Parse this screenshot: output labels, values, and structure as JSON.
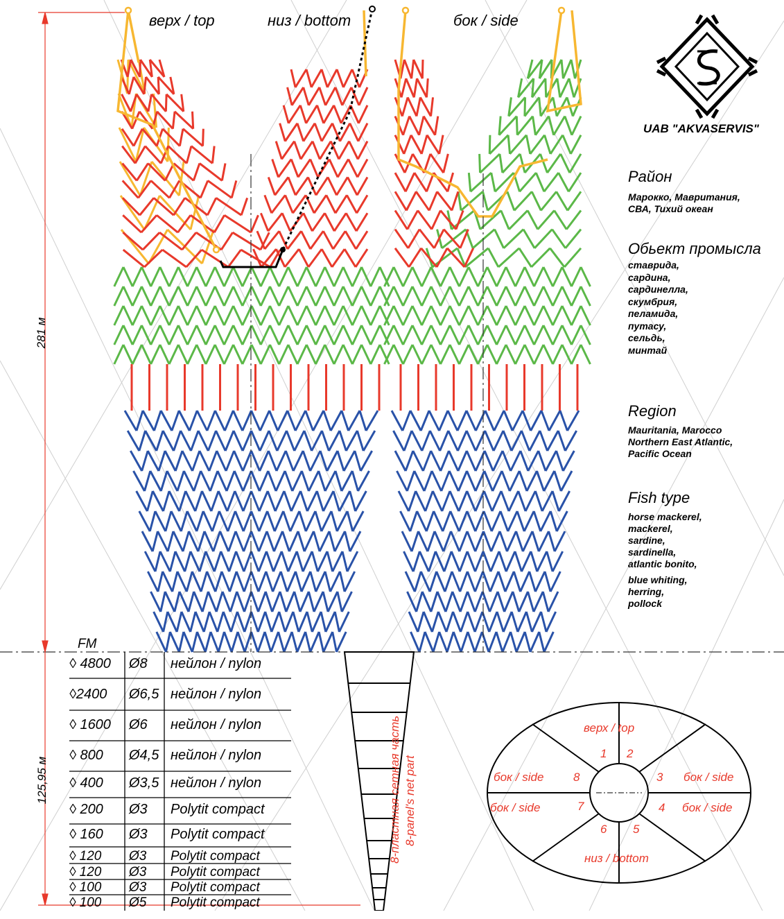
{
  "panels": {
    "top": "верх / top",
    "bottom": "низ / bottom",
    "side": "бок / side"
  },
  "company": "UAB \"AKVASERVIS\"",
  "info": {
    "region_ru_title": "Район",
    "region_ru": [
      "Марокко, Мавритания,",
      "СВА, Тихий океан"
    ],
    "fish_ru_title": "Обьект промысла",
    "fish_ru": [
      "ставрида,",
      "сардина,",
      "сардинелла,",
      "скумбрия,",
      "пеламида,",
      "путасу,",
      "сельдь,",
      "минтай"
    ],
    "region_en_title": "Region",
    "region_en": [
      "Mauritania, Marocco",
      "Northern East Atlantic,",
      "Pacific Ocean"
    ],
    "fish_en_title": "Fish type",
    "fish_en": [
      "horse mackerel,",
      "mackerel,",
      "sardine,",
      "sardinella,",
      "atlantic bonito,",
      "blue whiting,",
      "herring,",
      "pollock"
    ]
  },
  "dimensions": {
    "upper": "281 м",
    "lower": "125,95 м",
    "fm": "FM"
  },
  "mesh_table": [
    {
      "mesh": "◊ 4800",
      "dia": "Ø8",
      "material": "нейлон / nylon"
    },
    {
      "mesh": "◊2400",
      "dia": "Ø6,5",
      "material": "нейлон / nylon"
    },
    {
      "mesh": "◊ 1600",
      "dia": "Ø6",
      "material": "нейлон / nylon"
    },
    {
      "mesh": "◊ 800",
      "dia": "Ø4,5",
      "material": "нейлон / nylon"
    },
    {
      "mesh": "◊ 400",
      "dia": "Ø3,5",
      "material": "нейлон / nylon"
    },
    {
      "mesh": "◊ 200",
      "dia": "Ø3",
      "material": "Polytit compact"
    },
    {
      "mesh": "◊ 160",
      "dia": "Ø3",
      "material": "Polytit compact"
    },
    {
      "mesh": "◊ 120",
      "dia": "Ø3",
      "material": "Polytit compact"
    },
    {
      "mesh": "◊ 120",
      "dia": "Ø3",
      "material": "Polytit compact"
    },
    {
      "mesh": "◊ 100",
      "dia": "Ø3",
      "material": "Polytit compact"
    },
    {
      "mesh": "◊ 100",
      "dia": "Ø5",
      "material": "Polytit compact"
    }
  ],
  "cone": {
    "line1": "8-пластная сетная часть",
    "line2": "8-panel's net part"
  },
  "ellipse": {
    "top": "верх / top",
    "bottom": "низ / bottom",
    "side_ul": "бок / side",
    "side_ll": "бок / side",
    "side_ur": "бок / side",
    "side_lr": "бок / side",
    "nums": [
      "1",
      "2",
      "3",
      "4",
      "5",
      "6",
      "7",
      "8"
    ]
  },
  "colors": {
    "orange": "#f7b731",
    "red": "#e8392b",
    "green": "#5bb848",
    "blue": "#2952a8",
    "dim": "#e8392b"
  }
}
